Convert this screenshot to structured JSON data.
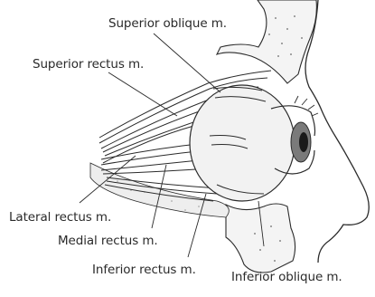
{
  "diagram": {
    "labels": {
      "superior_oblique": "Superior oblique m.",
      "superior_rectus": "Superior rectus m.",
      "lateral_rectus": "Lateral rectus m.",
      "medial_rectus": "Medial rectus m.",
      "inferior_rectus": "Inferior rectus m.",
      "inferior_oblique": "Inferior oblique m."
    },
    "colors": {
      "line": "#2b2b2b",
      "bone_fill": "#f4f4f4",
      "eyeball_fill": "#f2f2f2",
      "iris": "#7a7a7a",
      "pupil": "#1a1a1a"
    }
  }
}
